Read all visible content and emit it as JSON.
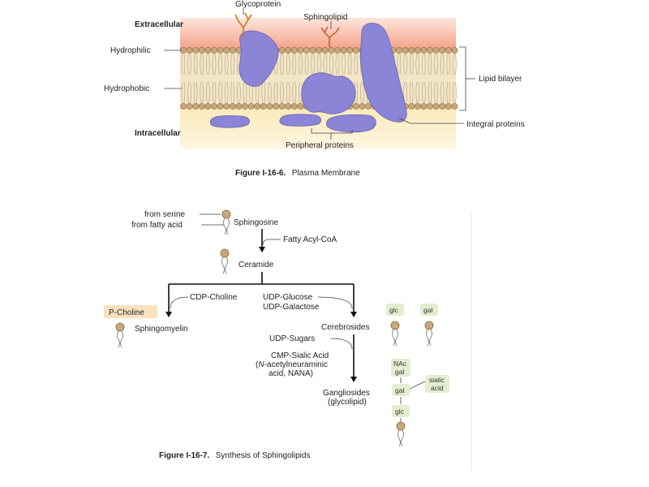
{
  "membrane": {
    "glycoprotein": "Glycoprotein",
    "sphingolipid": "Sphingolipid",
    "extracellular": "Extracellular",
    "hydrophilic": "Hydrophilic",
    "hydrophobic": "Hydrophobic",
    "intracellular": "Intracellular",
    "lipid_bilayer": "Lipid bilayer",
    "integral_proteins": "Integral proteins",
    "peripheral_proteins": "Peripheral proteins",
    "caption_bold": "Figure I-16-6.",
    "caption_text": "Plasma Membrane",
    "colors": {
      "extracellular": "#f5a48a",
      "intracellular": "#fdf0c4",
      "protein": "#8c84d6",
      "lipid_head": "#c9a77a"
    }
  },
  "synthesis": {
    "from_serine": "from serine",
    "from_fatty_acid": "from fatty acid",
    "sphingosine": "Sphingosine",
    "fatty_acyl_coa": "Fatty Acyl-CoA",
    "ceramide": "Ceramide",
    "cdp_choline": "CDP-Choline",
    "udp_glucose": "UDP-Glucose",
    "udp_galactose": "UDP-Galactose",
    "p_choline": "P-Choline",
    "sphingomyelin": "Sphingomyelin",
    "cerebrosides": "Cerebrosides",
    "udp_sugars": "UDP-Sugars",
    "cmp_sialic_1": "CMP-Sialic Acid",
    "cmp_sialic_2_pre": "(",
    "cmp_sialic_2_italic": "N",
    "cmp_sialic_2_post": "-acetylneuraminic",
    "cmp_sialic_3": "acid, NANA)",
    "gangliosides": "Gangliosides",
    "glycolipid": "(glycolipid)",
    "glc": "glc",
    "gal": "gal",
    "nac": "NAc",
    "nac_gal": "gal",
    "gal_chain": "gal",
    "sialic_1": "sialic",
    "sialic_2": "acid",
    "glc_chain": "glc",
    "caption_bold": "Figure I-16-7.",
    "caption_text": "Synthesis of Sphingolipids",
    "colors": {
      "sugar_box": "#e3edcf",
      "pcholine_box": "#fbe2bf"
    }
  }
}
